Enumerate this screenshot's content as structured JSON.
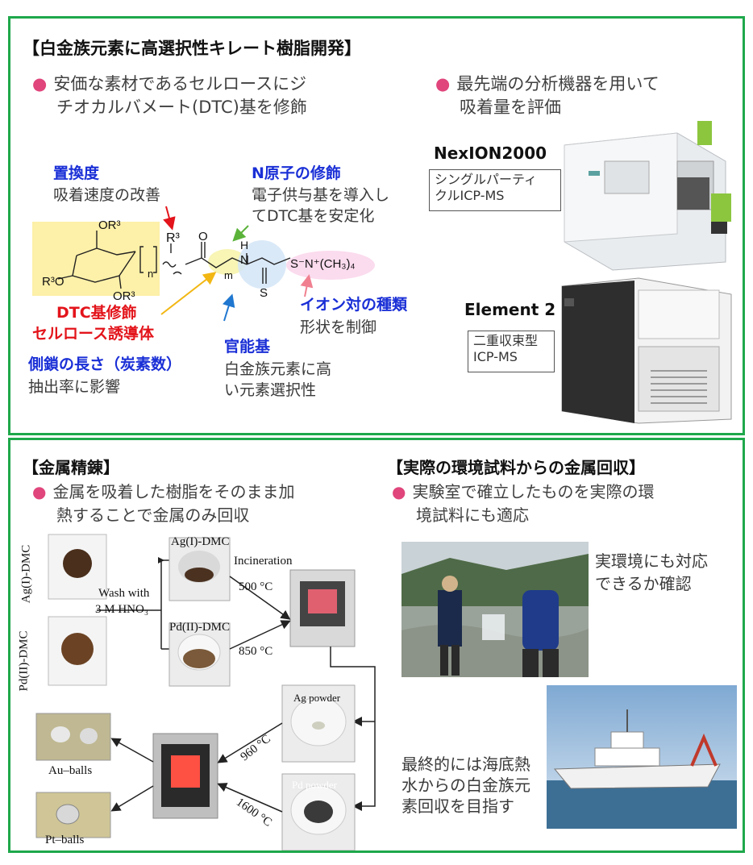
{
  "top": {
    "title": "【白金族元素に高選択性キレート樹脂開発】",
    "bullet_left": [
      "安価な素材であるセルロースにジ",
      "チオカルバメート(DTC)基を修飾"
    ],
    "bullet_right": [
      "最先端の分析機器を用いて",
      "吸着量を評価"
    ],
    "substitution_title": "置換度",
    "substitution_desc": "吸着速度の改善",
    "n_atom_title": "N原子の修飾",
    "n_atom_desc": [
      "電子供与基を導入し",
      "てDTC基を安定化"
    ],
    "dtc_label": [
      "DTC基修飾",
      "セルロース誘導体"
    ],
    "side_chain_title": "側鎖の長さ（炭素数）",
    "side_chain_desc": "抽出率に影響",
    "functional_title": "官能基",
    "functional_desc": [
      "白金族元素に高",
      "い元素選択性"
    ],
    "ion_pair_title": "イオン対の種類",
    "ion_pair_desc": "形状を制御",
    "chem": {
      "or3_top": "OR³",
      "r3o": "R³O",
      "or3_bottom": "OR³",
      "n": "n",
      "r3": "R³",
      "o": "O",
      "h": "H",
      "nitrogen": "N",
      "m": "m",
      "s_dbl": "S",
      "s_salt": "S⁻N⁺(CH₃)₄"
    },
    "instrument1_name": "NexION2000",
    "instrument1_desc": [
      "シングルパーティ",
      "クルICP-MS"
    ],
    "instrument2_name": "Element 2",
    "instrument2_desc": [
      "二重収束型",
      "ICP-MS"
    ]
  },
  "bottom_left": {
    "title": "【金属精錬】",
    "bullet": [
      "金属を吸着した樹脂をそのまま加",
      "熱することで金属のみ回収"
    ],
    "ag_dmc_side": "Ag(I)-DMC",
    "pd_dmc_side": "Pd(II)-DMC",
    "wash_with": "Wash with",
    "hno3": "3 M HNO₃",
    "ag_dmc_top": "Ag(I)-DMC",
    "incineration": "Incineration",
    "temp_500": "500 °C",
    "pd_dmc_mid": "Pd(II)-DMC",
    "temp_850": "850 °C",
    "ag_powder": "Ag powder",
    "pd_powder": "Pd powder",
    "temp_960": "960 °C",
    "temp_1600": "1600 °C",
    "au_balls": "Au–balls",
    "pt_balls": "Pt–balls"
  },
  "bottom_right": {
    "title": "【実際の環境試料からの金属回収】",
    "bullet": [
      "実験室で確立したものを実際の環",
      "境試料にも適応"
    ],
    "field_caption": [
      "実環境にも対応",
      "できるか確認"
    ],
    "ship_caption": [
      "最終的には海底熱",
      "水からの白金族元",
      "素回収を目指す"
    ]
  }
}
